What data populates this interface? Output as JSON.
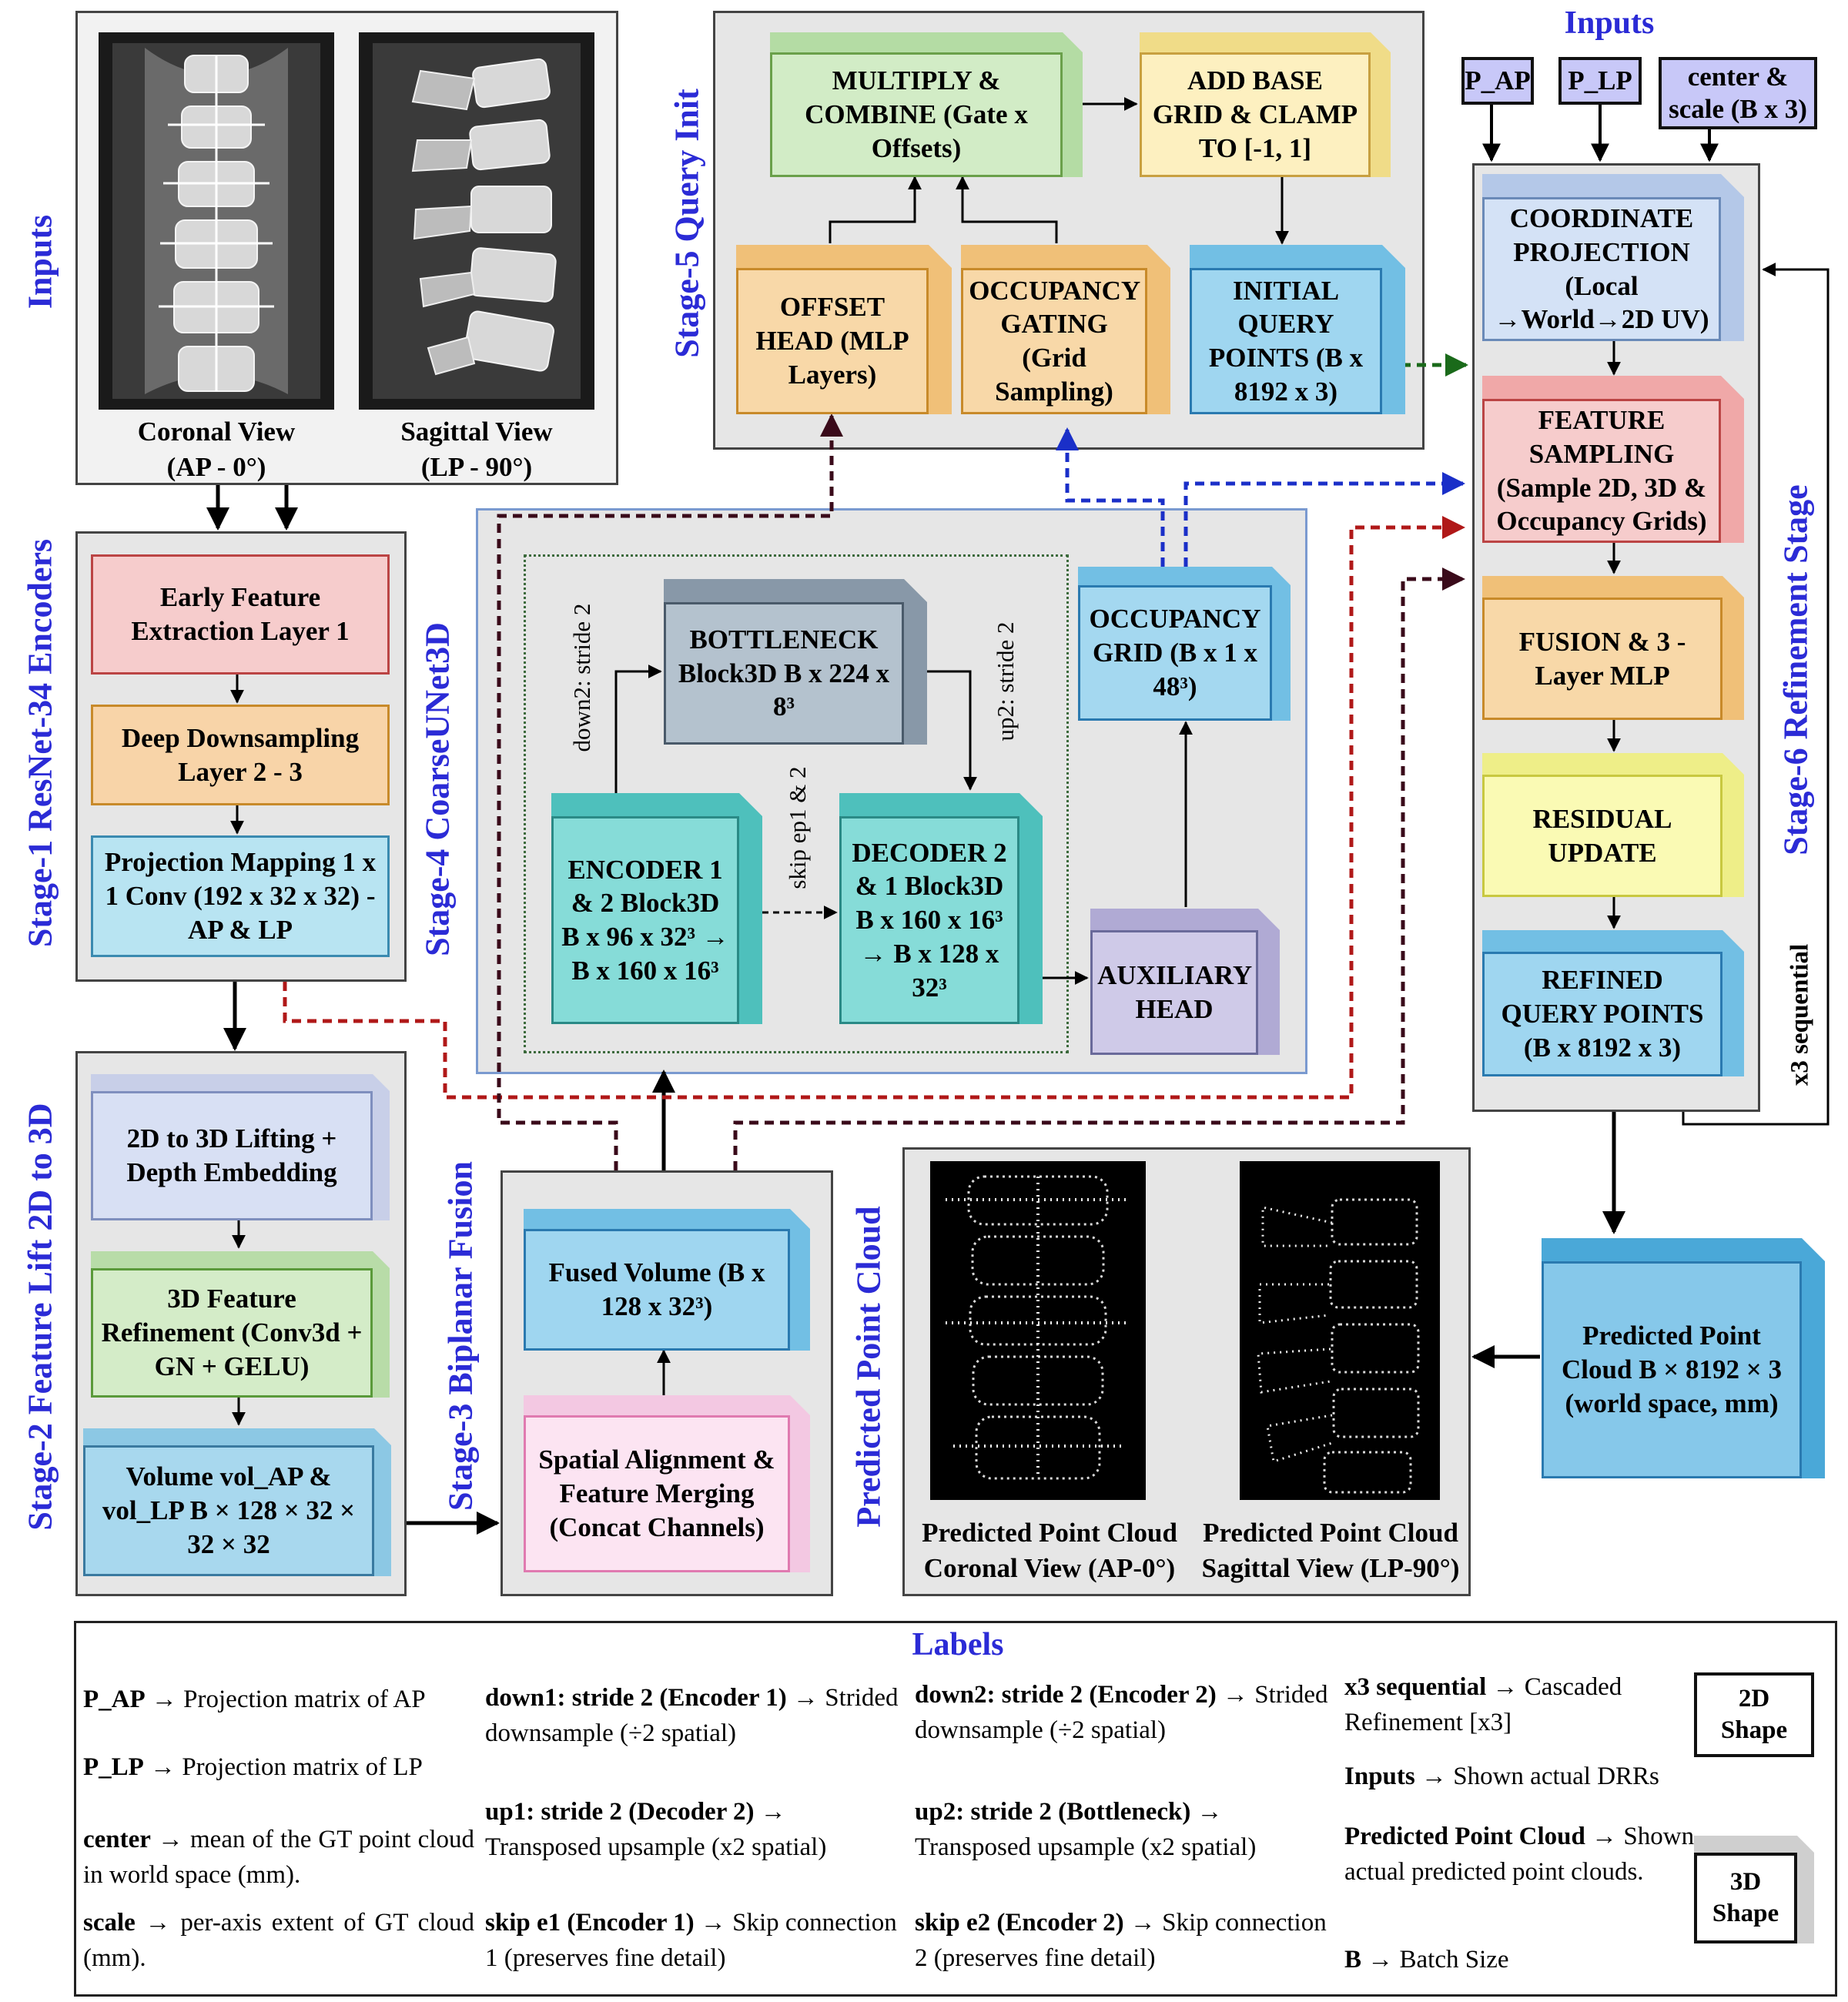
{
  "titles": {
    "inputs_left": "Inputs",
    "inputs_top": "Inputs",
    "stage1": "Stage-1 ResNet-34 Encoders",
    "stage2": "Stage-2 Feature Lift 2D to 3D",
    "stage3": "Stage-3 Biplanar Fusion",
    "stage4": "Stage-4 CoarseUNet3D",
    "stage5": "Stage-5 Query Init",
    "stage6": "Stage-6 Refinement Stage",
    "predicted": "Predicted Point Cloud",
    "labels": "Labels"
  },
  "input_views": {
    "coronal_a": "Coronal View",
    "coronal_b": "(AP - 0°)",
    "sagittal_a": "Sagittal View",
    "sagittal_b": "(LP - 90°)"
  },
  "stage1": {
    "early": "Early Feature Extraction Layer 1",
    "deep": "Deep Downsampling Layer 2 - 3",
    "proj": "Projection Mapping 1 x 1 Conv (192 x 32 x 32) - AP & LP"
  },
  "stage2": {
    "lift": "2D  to 3D Lifting + Depth Embedding",
    "refine": "3D Feature Refinement (Conv3d + GN + GELU)",
    "volume": "Volume vol_AP & vol_LP B × 128 × 32 × 32 × 32"
  },
  "stage3": {
    "fused": "Fused Volume (B x 128 x 32³)",
    "align": "Spatial Alignment & Feature Merging (Concat Channels)"
  },
  "stage4": {
    "bottleneck": "BOTTLENECK Block3D B x 224 x 8³",
    "encoder": "ENCODER 1 & 2 Block3D B x 96 x 32³ → B x 160 x 16³",
    "decoder": "DECODER 2 & 1 Block3D B x 160 x 16³ → B x 128 x 32³",
    "occupancy": "OCCUPANCY GRID (B x 1 x 48³)",
    "auxiliary": "AUXILIARY HEAD",
    "down2": "down2: stride 2",
    "up2": "up2: stride 2",
    "skip": "skip ep1 & 2"
  },
  "stage5": {
    "multiply": "MULTIPLY & COMBINE (Gate x Offsets)",
    "addbase": "ADD BASE GRID & CLAMP TO [-1, 1]",
    "offset": "OFFSET HEAD (MLP Layers)",
    "gating": "OCCUPANCY GATING (Grid Sampling)",
    "initial": "INITIAL QUERY POINTS (B x 8192 x 3)"
  },
  "inputs_top": {
    "pap": "P_AP",
    "plp": "P_LP",
    "center": "center & scale (B x 3)"
  },
  "stage6": {
    "coord": "COORDINATE PROJECTION (Local →World→2D UV)",
    "feature": "FEATURE SAMPLING (Sample 2D, 3D & Occupancy Grids)",
    "fusion": "FUSION & 3 - Layer MLP",
    "residual": "RESIDUAL UPDATE",
    "refined": "REFINED QUERY POINTS (B x 8192 x 3)",
    "seq": "x3 sequential"
  },
  "predicted": {
    "box": "Predicted Point Cloud B × 8192 × 3 (world space, mm)",
    "cor_a": "Predicted Point Cloud",
    "cor_b": "Coronal View (AP-0°)",
    "sag_a": "Predicted Point Cloud",
    "sag_b": "Sagittal View (LP-90°)"
  },
  "legend": {
    "c1": [
      {
        "k": "P_AP",
        "v": " → Projection matrix of AP"
      },
      {
        "k": "P_LP",
        "v": " → Projection matrix of LP"
      },
      {
        "k": "center",
        "v": " → mean of the GT point cloud in world space (mm)."
      },
      {
        "k": "scale",
        "v": " → per-axis extent of GT cloud (mm)."
      }
    ],
    "c2": [
      {
        "k": "down1: stride 2 (Encoder 1)",
        "v": " → Strided downsample (÷2 spatial)"
      },
      {
        "k": "up1: stride 2 (Decoder 2)",
        "v": " → Transposed upsample (x2 spatial)"
      },
      {
        "k": "skip e1 (Encoder 1)",
        "v": " → Skip connection 1 (preserves fine detail)"
      }
    ],
    "c3": [
      {
        "k": "down2: stride 2 (Encoder 2)",
        "v": " → Strided downsample (÷2 spatial)"
      },
      {
        "k": "up2: stride 2 (Bottleneck)",
        "v": " → Transposed upsample (x2 spatial)"
      },
      {
        "k": "skip e2 (Encoder 2)",
        "v": " → Skip connection 2 (preserves fine detail)"
      }
    ],
    "c4": [
      {
        "k": "x3 sequential",
        "v": " → Cascaded Refinement [x3]"
      },
      {
        "k": "Inputs",
        "v": " → Shown actual DRRs"
      },
      {
        "k": "Predicted Point Cloud",
        "v": " → Shown actual predicted point clouds."
      },
      {
        "k": "B",
        "v": " → Batch Size"
      }
    ],
    "shape2d": "2D Shape",
    "shape3d": "3D Shape"
  }
}
